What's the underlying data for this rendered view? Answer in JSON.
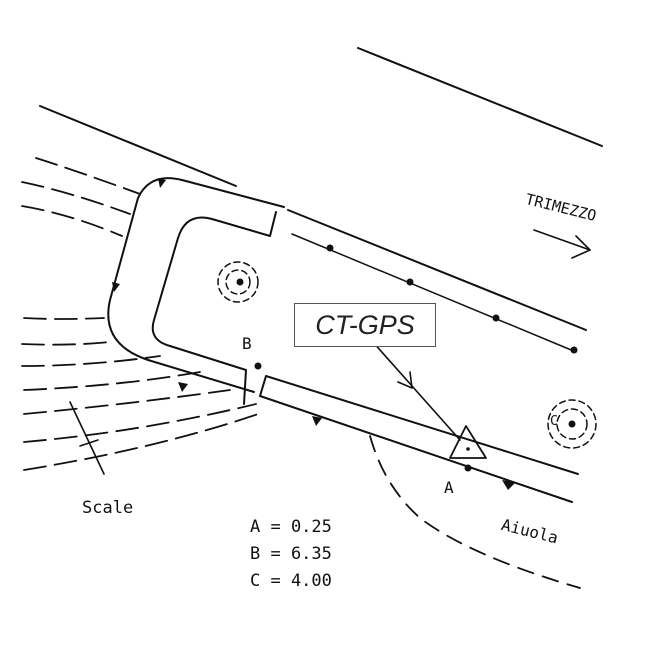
{
  "labels": {
    "station": "CT-GPS",
    "direction": "TRIMEZZO",
    "area": "Aiuola",
    "scale": "Scale",
    "point_a": "A",
    "point_b": "B",
    "point_c": "C"
  },
  "legend": [
    "A = 0.25",
    "B = 6.35",
    "C = 4.00"
  ]
}
